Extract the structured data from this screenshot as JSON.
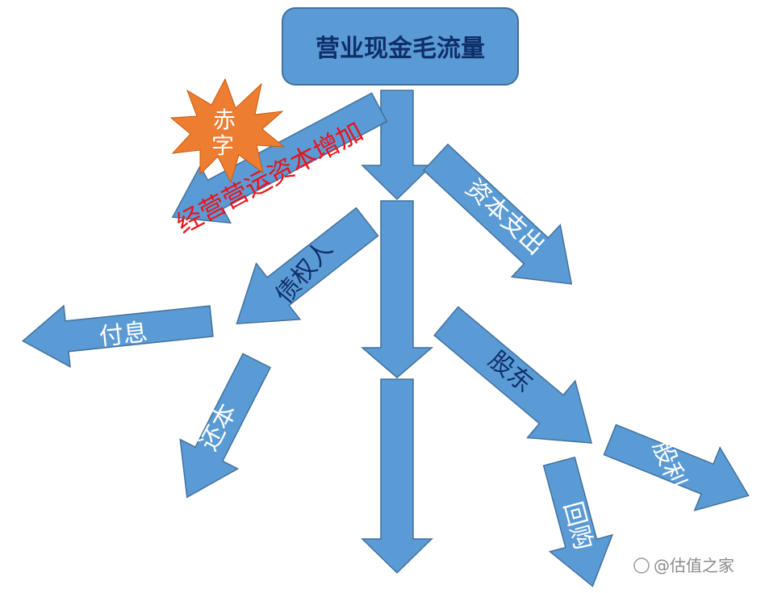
{
  "top_box": {
    "label": "营业现金毛流量"
  },
  "arrows": {
    "working_capital": "经营营运资本增加",
    "capex": "资本支出",
    "creditors": "债权人",
    "interest": "付息",
    "repay": "还本",
    "shareholders": "股东",
    "dividend": "股利",
    "buyback": "回购"
  },
  "burst": {
    "label_1": "赤",
    "label_2": "字"
  },
  "watermark": "@估值之家",
  "colors": {
    "box_fill": "#5b9bd5",
    "arrow_fill": "#5b9bd5",
    "arrow_stroke": "#41719c",
    "burst_fill": "#ed7d31",
    "red_text": "#e8141a",
    "dark_text": "#0f2f6b"
  }
}
